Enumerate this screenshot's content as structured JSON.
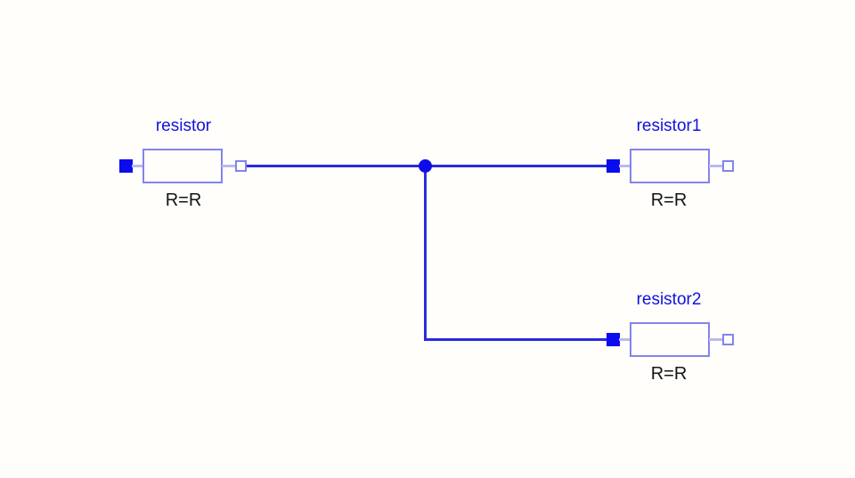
{
  "diagram": {
    "background_color": "#fffefa",
    "colors": {
      "background": "#fffefa",
      "wire": "#2a2ae0",
      "junction": "#0d0de8",
      "component_border": "#8383ee",
      "pin_filled": "#0b0bf0",
      "pin_stub": "#b9b9f0",
      "label_text": "#1212e0",
      "param_text": "#141414"
    },
    "components": [
      {
        "name": "resistor",
        "param": "R=R"
      },
      {
        "name": "resistor1",
        "param": "R=R"
      },
      {
        "name": "resistor2",
        "param": "R=R"
      }
    ],
    "icon_names": [
      "filled-pin-icon",
      "open-pin-icon",
      "junction-dot-icon"
    ]
  }
}
